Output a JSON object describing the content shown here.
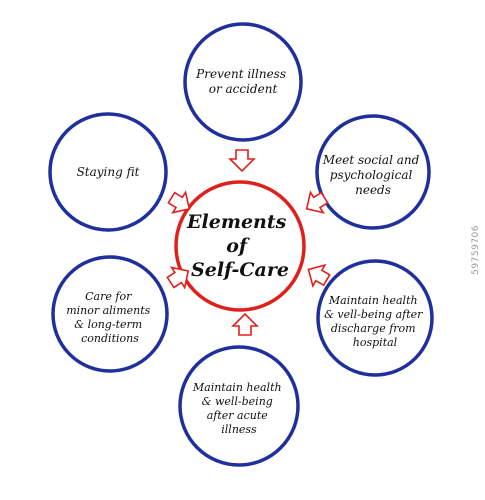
{
  "diagram": {
    "colors": {
      "ring": "#1f2f9c",
      "center_ring": "#e0201c",
      "arrow": "#e0201c"
    },
    "center": {
      "lines": [
        "Elements",
        "of",
        "Self-Care"
      ]
    },
    "nodes": [
      {
        "id": "prevent",
        "lines": [
          "Prevent illness",
          "or accident"
        ]
      },
      {
        "id": "social",
        "lines": [
          "Meet social and",
          "psychological",
          "needs"
        ]
      },
      {
        "id": "discharge",
        "lines": [
          "Maintain health",
          "& vell-being after",
          "discharge from",
          "hospital"
        ]
      },
      {
        "id": "acute",
        "lines": [
          "Maintain health",
          "& well-being",
          "after acute",
          "illness"
        ]
      },
      {
        "id": "minor",
        "lines": [
          "Care for",
          "minor aliments",
          "& long-term",
          "conditions"
        ]
      },
      {
        "id": "fit",
        "lines": [
          "Staying fit"
        ]
      }
    ]
  },
  "watermark": "59759706"
}
